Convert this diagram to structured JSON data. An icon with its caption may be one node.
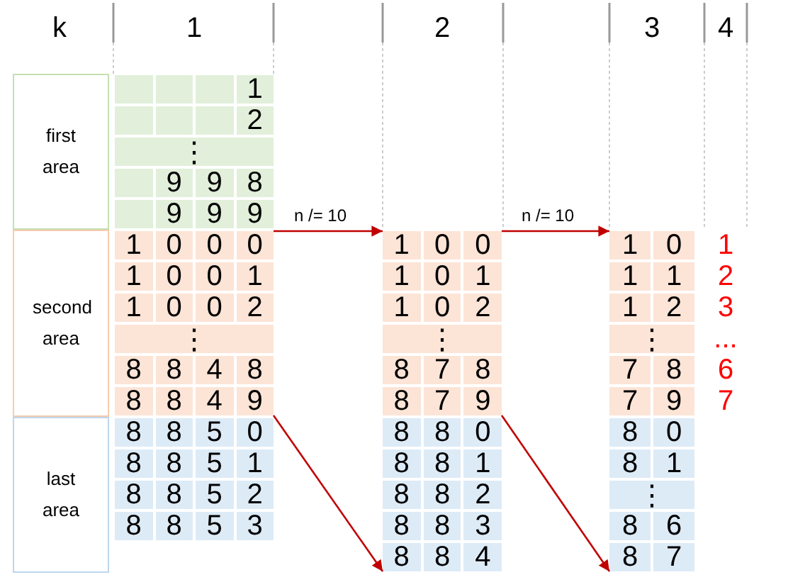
{
  "diagram": {
    "nodes": [
      {
        "text": [
          "first area"
        ]
      },
      {
        "text": [
          "second area"
        ]
      },
      {
        "text": [
          "last area"
        ]
      },
      {
        "text": [
          "1"
        ]
      },
      {
        "text": [
          "2"
        ]
      },
      {
        "text": [
          "⋮"
        ]
      },
      {
        "text": [
          "9",
          "9",
          "8"
        ]
      },
      {
        "text": [
          "9",
          "9",
          "9"
        ]
      },
      {
        "text": [
          "1",
          "0",
          "0",
          "0"
        ]
      },
      {
        "text": [
          "1",
          "0",
          "0",
          "1"
        ]
      },
      {
        "text": [
          "1",
          "0",
          "0",
          "2"
        ]
      },
      {
        "text": [
          "⋮"
        ]
      },
      {
        "text": [
          "8",
          "8",
          "4",
          "8"
        ]
      },
      {
        "text": [
          "8",
          "8",
          "4",
          "9"
        ]
      },
      {
        "text": [
          "8",
          "8",
          "5",
          "0"
        ]
      },
      {
        "text": [
          "8",
          "8",
          "5",
          "1"
        ]
      },
      {
        "text": [
          "8",
          "8",
          "5",
          "2"
        ]
      },
      {
        "text": [
          "8",
          "8",
          "5",
          "3"
        ]
      },
      {
        "text": [
          "1",
          "0",
          "0"
        ]
      },
      {
        "text": [
          "1",
          "0",
          "1"
        ]
      },
      {
        "text": [
          "1",
          "0",
          "2"
        ]
      },
      {
        "text": [
          "⋮"
        ]
      },
      {
        "text": [
          "8",
          "7",
          "8"
        ]
      },
      {
        "text": [
          "8",
          "7",
          "9"
        ]
      },
      {
        "text": [
          "8",
          "8",
          "0"
        ]
      },
      {
        "text": [
          "8",
          "8",
          "1"
        ]
      },
      {
        "text": [
          "8",
          "8",
          "2"
        ]
      },
      {
        "text": [
          "8",
          "8",
          "3"
        ]
      },
      {
        "text": [
          "8",
          "8",
          "4"
        ]
      },
      {
        "text": [
          "1",
          "0"
        ]
      },
      {
        "text": [
          "1",
          "1"
        ]
      },
      {
        "text": [
          "1",
          "2"
        ]
      },
      {
        "text": [
          "⋮"
        ]
      },
      {
        "text": [
          "7",
          "8"
        ]
      },
      {
        "text": [
          "7",
          "9"
        ]
      },
      {
        "text": [
          "8",
          "0"
        ]
      },
      {
        "text": [
          "8",
          "1"
        ]
      },
      {
        "text": [
          "⋮"
        ]
      },
      {
        "text": [
          "8",
          "6"
        ]
      },
      {
        "text": [
          "8",
          "7"
        ]
      }
    ],
    "edges": [
      {
        "from": 7,
        "to": 18,
        "arrow": "to",
        "label": "n /= 10"
      },
      {
        "from": 18,
        "to": 29,
        "arrow": "to",
        "label": "n /= 10"
      },
      {
        "from": 13,
        "to": 28,
        "arrow": "to"
      },
      {
        "from": 23,
        "to": 39,
        "arrow": "to"
      }
    ],
    "labels": [
      "k",
      "1",
      "2",
      "3",
      "4",
      "1",
      "2",
      "3",
      "...",
      "6",
      "7"
    ]
  }
}
